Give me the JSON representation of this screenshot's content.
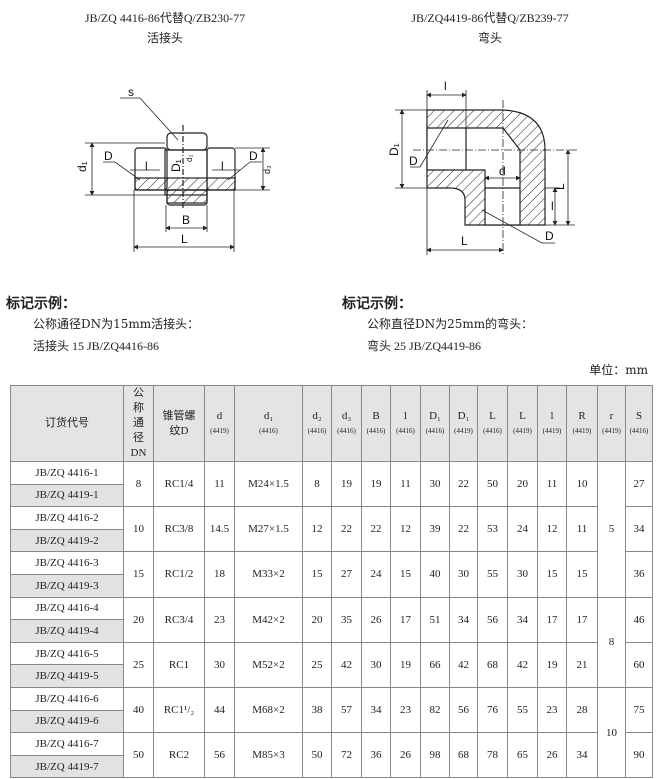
{
  "left_figure": {
    "standard": "JB/ZQ 4416-86代替Q/ZB230-77",
    "name": "活接头",
    "labels": {
      "s": "s",
      "D_left": "D",
      "D_right": "D",
      "d1": "d₁",
      "D1": "D₁",
      "d2": "d₂",
      "d3": "d₃",
      "l_left": "l",
      "l_right": "l",
      "B": "B",
      "L": "L"
    }
  },
  "right_figure": {
    "standard": "JB/ZQ4419-86代替Q/ZB239-77",
    "name": "弯头",
    "labels": {
      "l_top": "l",
      "D1": "D₁",
      "D_left": "D",
      "d": "d",
      "L_right": "L",
      "l_right": "l",
      "D_bottom": "D",
      "L_bottom": "L"
    }
  },
  "marking_left": {
    "heading": "标记示例：",
    "line1": "公称通径DN为15mm活接头：",
    "line2": "活接头 15 JB/ZQ4416-86"
  },
  "marking_right": {
    "heading": "标记示例：",
    "line1": "公称直径DN为25mm的弯头：",
    "line2": "弯头 25 JB/ZQ4419-86"
  },
  "unit": "单位：mm",
  "table": {
    "headers": [
      {
        "label": "订货代号",
        "sub": ""
      },
      {
        "label": "公称通径DN",
        "sub": ""
      },
      {
        "label": "锥管螺纹D",
        "sub": ""
      },
      {
        "label": "d",
        "sub": "(4419)"
      },
      {
        "label": "d₁",
        "sub": "(4416)"
      },
      {
        "label": "d₂",
        "sub": "(4416)"
      },
      {
        "label": "d₃",
        "sub": "(4416)"
      },
      {
        "label": "B",
        "sub": "(4416)"
      },
      {
        "label": "l",
        "sub": "(4416)"
      },
      {
        "label": "D₁",
        "sub": "(4416)"
      },
      {
        "label": "D₁",
        "sub": "(4419)"
      },
      {
        "label": "L",
        "sub": "(4416)"
      },
      {
        "label": "L",
        "sub": "(4419)"
      },
      {
        "label": "l",
        "sub": "(4419)"
      },
      {
        "label": "R",
        "sub": "(4419)"
      },
      {
        "label": "r",
        "sub": "(4419)"
      },
      {
        "label": "S",
        "sub": "(4416)"
      }
    ],
    "rows": [
      {
        "codes": [
          "JB/ZQ 4416-1",
          "JB/ZQ 4419-1"
        ],
        "values": [
          "8",
          "RC1/4",
          "11",
          "M24×1.5",
          "8",
          "19",
          "19",
          "11",
          "30",
          "22",
          "50",
          "20",
          "11",
          "10"
        ],
        "S": "27"
      },
      {
        "codes": [
          "JB/ZQ 4416-2",
          "JB/ZQ 4419-2"
        ],
        "values": [
          "10",
          "RC3/8",
          "14.5",
          "M27×1.5",
          "12",
          "22",
          "22",
          "12",
          "39",
          "22",
          "53",
          "24",
          "12",
          "11"
        ],
        "S": "34"
      },
      {
        "codes": [
          "JB/ZQ 4416-3",
          "JB/ZQ 4419-3"
        ],
        "values": [
          "15",
          "RC1/2",
          "18",
          "M33×2",
          "15",
          "27",
          "24",
          "15",
          "40",
          "30",
          "55",
          "30",
          "15",
          "15"
        ],
        "S": "36"
      },
      {
        "codes": [
          "JB/ZQ 4416-4",
          "JB/ZQ 4419-4"
        ],
        "values": [
          "20",
          "RC3/4",
          "23",
          "M42×2",
          "20",
          "35",
          "26",
          "17",
          "51",
          "34",
          "56",
          "34",
          "17",
          "17"
        ],
        "S": "46"
      },
      {
        "codes": [
          "JB/ZQ 4416-5",
          "JB/ZQ 4419-5"
        ],
        "values": [
          "25",
          "RC1",
          "30",
          "M52×2",
          "25",
          "42",
          "30",
          "19",
          "66",
          "42",
          "68",
          "42",
          "19",
          "21"
        ],
        "S": "60"
      },
      {
        "codes": [
          "JB/ZQ 4416-6",
          "JB/ZQ 4419-6"
        ],
        "values": [
          "40",
          "RC1¹/₂",
          "44",
          "M68×2",
          "38",
          "57",
          "34",
          "23",
          "82",
          "56",
          "76",
          "55",
          "23",
          "28"
        ],
        "S": "75"
      },
      {
        "codes": [
          "JB/ZQ 4416-7",
          "JB/ZQ 4419-7"
        ],
        "values": [
          "50",
          "RC2",
          "56",
          "M85×3",
          "50",
          "72",
          "36",
          "26",
          "98",
          "68",
          "78",
          "65",
          "26",
          "34"
        ],
        "S": "90"
      }
    ],
    "r_groups": [
      {
        "value": "5",
        "span_rows": 3
      },
      {
        "value": "8",
        "span_rows": 2
      },
      {
        "value": "10",
        "span_rows": 2
      }
    ]
  }
}
